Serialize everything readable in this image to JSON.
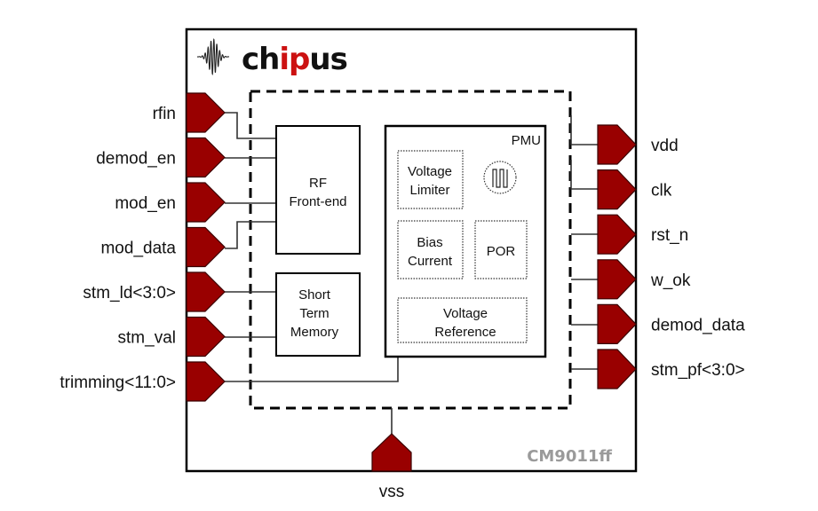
{
  "logo": {
    "text_parts": [
      "ch",
      "ip",
      "us"
    ],
    "text_colors": [
      "#111111",
      "#cc1111",
      "#111111"
    ],
    "icon": "waveform-icon"
  },
  "chip": {
    "part_number": "CM9011ff"
  },
  "colors": {
    "pin_fill": "#990000",
    "pin_stroke": "#3a0000",
    "wire": "#333333",
    "border": "#000000",
    "part_number": "#9a9a9a"
  },
  "blocks": {
    "rf_frontend": {
      "lines": [
        "RF",
        "Front-end"
      ]
    },
    "short_term_memory": {
      "lines": [
        "Short",
        "Term",
        "Memory"
      ]
    },
    "pmu": {
      "title": "PMU",
      "voltage_limiter": {
        "lines": [
          "Voltage",
          "Limiter"
        ]
      },
      "oscillator": {
        "icon": "square-wave-oscillator-icon"
      },
      "bias_current": {
        "lines": [
          "Bias",
          "Current"
        ]
      },
      "por": {
        "lines": [
          "POR"
        ]
      },
      "voltage_reference": {
        "lines": [
          "Voltage",
          "Reference"
        ]
      }
    }
  },
  "pins": {
    "left": [
      {
        "name": "rfin",
        "connects_to": "rf_frontend"
      },
      {
        "name": "demod_en",
        "connects_to": "rf_frontend"
      },
      {
        "name": "mod_en",
        "connects_to": "rf_frontend"
      },
      {
        "name": "mod_data",
        "connects_to": "rf_frontend"
      },
      {
        "name": "stm_ld<3:0>",
        "connects_to": "short_term_memory"
      },
      {
        "name": "stm_val",
        "connects_to": "short_term_memory"
      },
      {
        "name": "trimming<11:0>",
        "connects_to": "pmu"
      }
    ],
    "right": [
      {
        "name": "vdd"
      },
      {
        "name": "clk"
      },
      {
        "name": "rst_n"
      },
      {
        "name": "w_ok"
      },
      {
        "name": "demod_data"
      },
      {
        "name": "stm_pf<3:0>"
      }
    ],
    "bottom": [
      {
        "name": "vss"
      }
    ]
  }
}
